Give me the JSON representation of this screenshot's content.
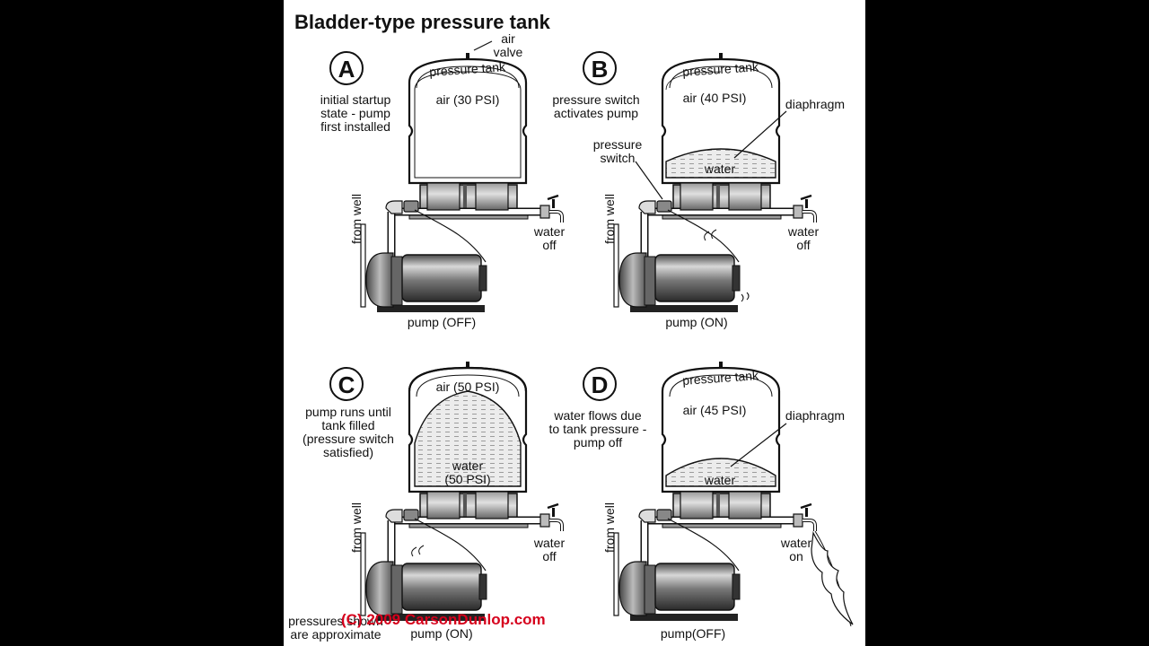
{
  "title": "Bladder-type pressure tank",
  "copyright": "(C) 2009 CarsonDunlop.com",
  "footnote": [
    "pressures shown",
    "are approximate"
  ],
  "shared": {
    "tank": "pressure tank",
    "from_well": "from well",
    "water_off": [
      "water",
      "off"
    ],
    "water_on": [
      "water",
      "on"
    ]
  },
  "panels": [
    {
      "letter": "A",
      "caption": [
        "initial startup",
        "state - pump",
        "first installed"
      ],
      "air": "air (30 PSI)",
      "air_valve": [
        "air",
        "valve"
      ],
      "pump": "pump (OFF)"
    },
    {
      "letter": "B",
      "caption": [
        "pressure switch",
        "activates pump"
      ],
      "air": "air (40 PSI)",
      "water": "water",
      "diaphragm": "diaphragm",
      "pressure_switch": [
        "pressure",
        "switch"
      ],
      "pump": "pump (ON)"
    },
    {
      "letter": "C",
      "caption": [
        "pump runs until",
        "tank  filled",
        "(pressure switch",
        "satisfied)"
      ],
      "air": "air (50 PSI)",
      "water": [
        "water",
        "(50 PSI)"
      ],
      "pump": "pump (ON)"
    },
    {
      "letter": "D",
      "caption": [
        "water flows due",
        "to tank pressure -",
        "pump off"
      ],
      "air": "air (45 PSI)",
      "water": "water",
      "diaphragm": "diaphragm",
      "pump": "pump(OFF)"
    }
  ]
}
